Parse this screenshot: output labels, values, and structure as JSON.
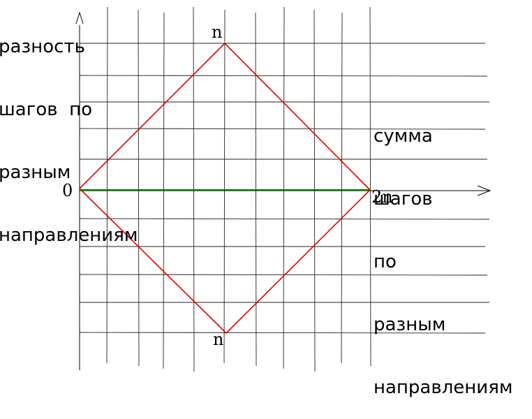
{
  "y_axis_label_lines": [
    "разность",
    "шагов  по",
    "разным",
    "направлениям"
  ],
  "x_axis_label_lines": [
    "сумма",
    "шагов",
    "по",
    "разным",
    "направлениям"
  ],
  "point_labels": {
    "origin": "0",
    "top": "n",
    "right": "2n",
    "bottom": "n"
  },
  "colors": {
    "grid": "#000000",
    "diamond": "#e00000",
    "axis_segment": "#007a00",
    "text": "#000000"
  }
}
